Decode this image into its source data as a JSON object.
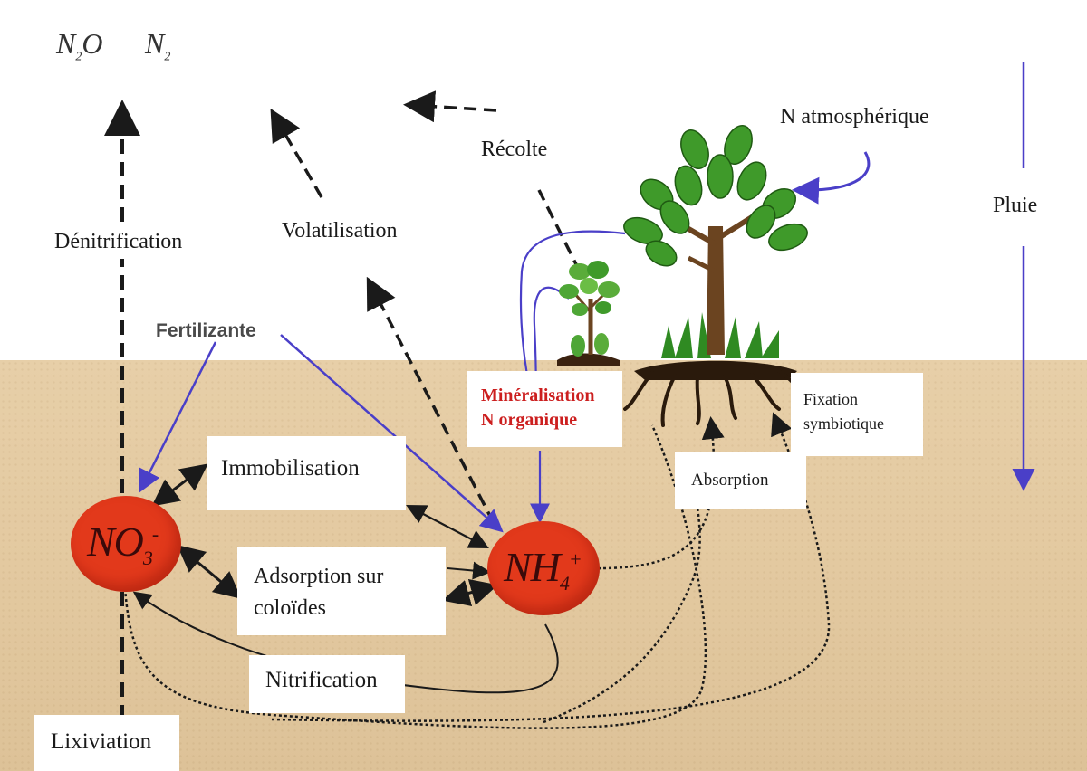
{
  "gases": {
    "n2o": "N",
    "n2o_sub": "2",
    "n2o_o": "O",
    "n2": "N",
    "n2_sub": "2"
  },
  "labels": {
    "denitrification": "Dénitrification",
    "volatilisation": "Volatilisation",
    "recolte": "Récolte",
    "n_atmospherique": "N atmosphérique",
    "pluie": "Pluie",
    "fertilizante": "Fertilizante",
    "mineralisation_line1": "Minéralisation",
    "mineralisation_line2": "N organique",
    "fixation_line1": "Fixation",
    "fixation_line2": "symbiotique",
    "absorption": "Absorption",
    "immobilisation": "Immobilisation",
    "adsorption_line1": "Adsorption sur",
    "adsorption_line2": "coloïdes",
    "nitrification": "Nitrification",
    "lixiviation": "Lixiviation"
  },
  "ions": {
    "nitrate": {
      "base": "NO",
      "sub": "3",
      "sup": "-"
    },
    "ammonium": {
      "base": "NH",
      "sub": "4",
      "sup": "+"
    }
  },
  "colors": {
    "soil": "#e3c9a0",
    "ion_fill": "#e2391b",
    "blue_arrow": "#4a3fc8",
    "mineral_text": "#cc1f1f",
    "dashed_arrow": "#1a1a1a",
    "leaf": "#3f9a2a"
  }
}
